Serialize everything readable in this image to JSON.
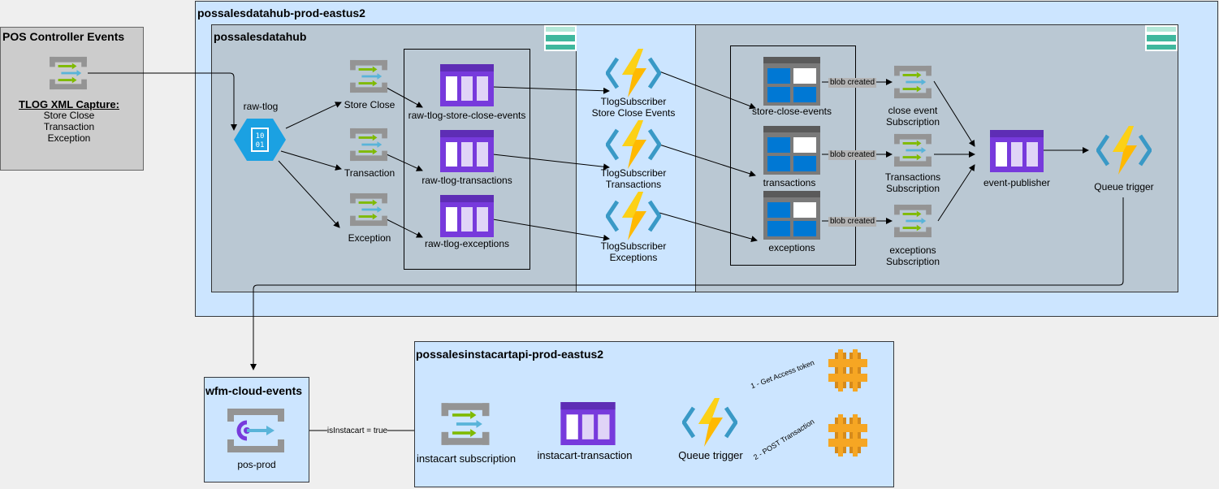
{
  "pos_controller": {
    "title": "POS Controller Events",
    "capture_title": "TLOG XML Capture:",
    "capture_items": [
      "Store Close",
      "Transaction",
      "Exception"
    ]
  },
  "datahub_rg": {
    "title": "possalesdatahub-prod-eastus2",
    "namespace": "possalesdatahub",
    "raw_tlog": "raw-tlog",
    "subscriptions": [
      "Store Close",
      "Transaction",
      "Exception"
    ],
    "raw_queues": [
      "raw-tlog-store-close-events",
      "raw-tlog-transactions",
      "raw-tlog-exceptions"
    ],
    "functions": [
      {
        "line1": "TlogSubscriber",
        "line2": "Store Close Events"
      },
      {
        "line1": "TlogSubscriber",
        "line2": "Transactions"
      },
      {
        "line1": "TlogSubscriber",
        "line2": "Exceptions"
      }
    ],
    "containers": [
      "store-close-events",
      "transactions",
      "exceptions"
    ],
    "blob_created": "blob created",
    "event_subscriptions": [
      {
        "line1": "close event",
        "line2": "Subscription"
      },
      {
        "line1": "Transactions",
        "line2": "Subscription"
      },
      {
        "line1": "exceptions",
        "line2": "Subscription"
      }
    ],
    "event_publisher": "event-publisher",
    "queue_trigger": "Queue trigger"
  },
  "wfm": {
    "title": "wfm-cloud-events",
    "topic": "pos-prod",
    "filter": "isInstacart = true"
  },
  "instacart_rg": {
    "title": "possalesinstacartapi-prod-eastus2",
    "subscription": "instacart subscription",
    "queue": "instacart-transaction",
    "trigger": "Queue trigger",
    "call1": "1 - Get Access token",
    "call2": "2 - POST Transaction"
  },
  "colors": {
    "rg_fill": "#cce5ff",
    "rg_border": "#36393d",
    "inner_fill": "#bac8d3",
    "gray_box": "#cccccc",
    "queue_purple": "#773adc",
    "function_yellow": "#ffb900",
    "function_blue": "#3999c6",
    "blob_blue": "#0078d4",
    "api_orange": "#f6a623"
  }
}
